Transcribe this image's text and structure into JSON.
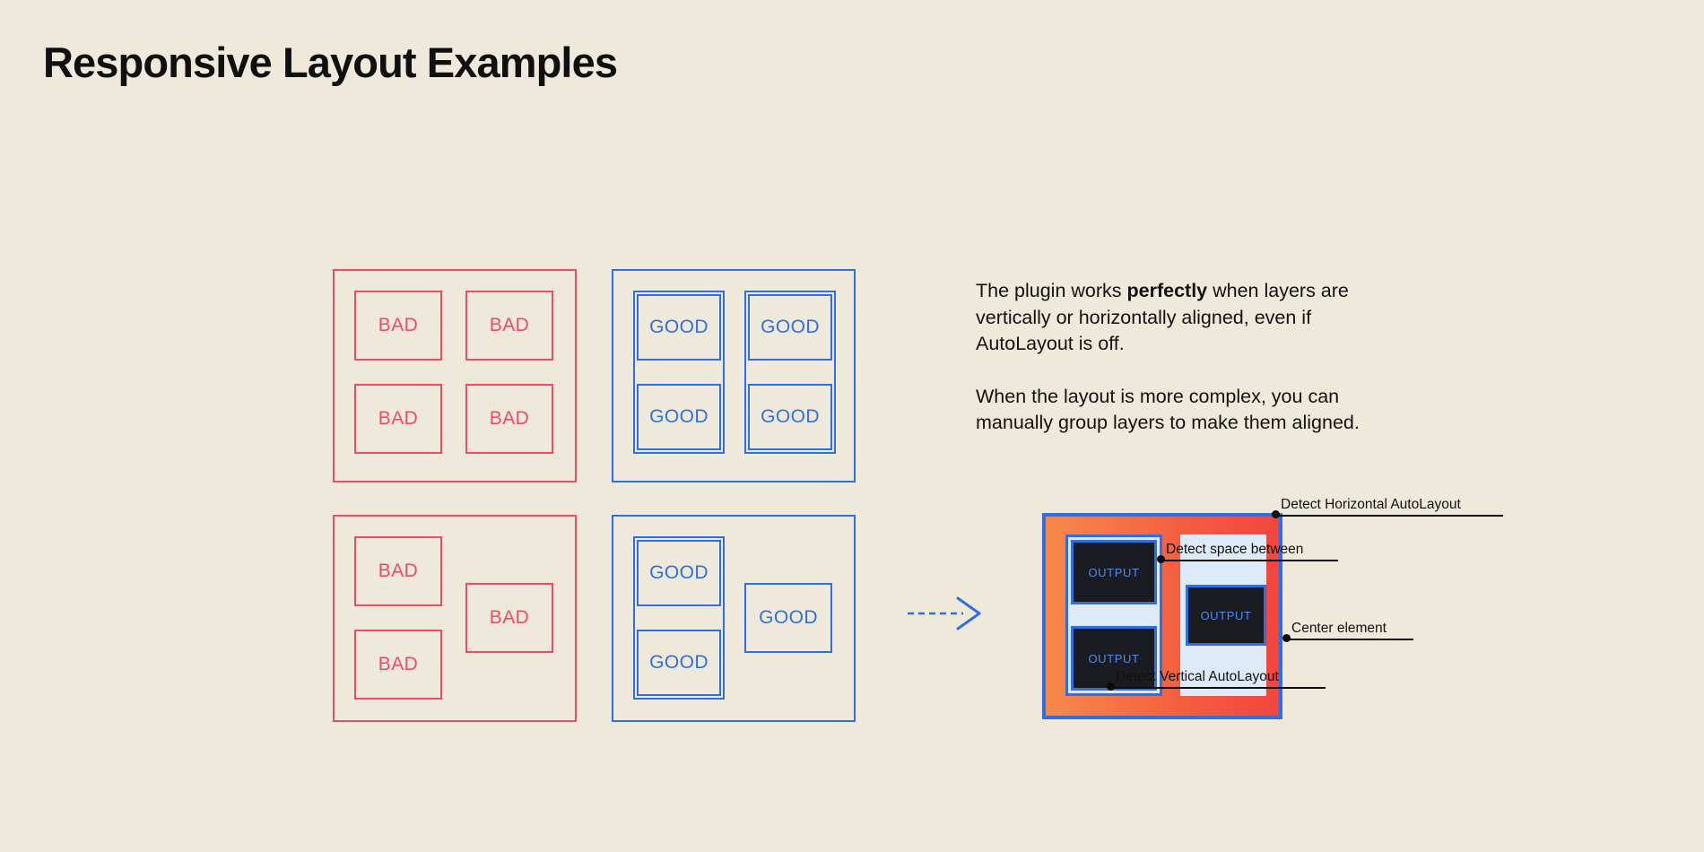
{
  "page": {
    "title": "Responsive Layout Examples",
    "background_color": "#EFE9DB",
    "bad_color": "#F04A64",
    "good_color": "#2F6FE0",
    "text_color": "#111111"
  },
  "examples": {
    "bad_grid": {
      "kind": "bad",
      "label": "BAD",
      "items": [
        "BAD",
        "BAD",
        "BAD",
        "BAD"
      ]
    },
    "good_grid": {
      "kind": "good",
      "label": "GOOD",
      "items": [
        "GOOD",
        "GOOD",
        "GOOD",
        "GOOD"
      ]
    },
    "bad_complex": {
      "kind": "bad",
      "label": "BAD",
      "items": [
        "BAD",
        "BAD",
        "BAD"
      ]
    },
    "good_complex": {
      "kind": "good",
      "label": "GOOD",
      "items": [
        "GOOD",
        "GOOD",
        "GOOD"
      ]
    }
  },
  "arrow": {
    "name": "dashed-right-arrow",
    "color": "#2F6FE0",
    "style": "dashed"
  },
  "explanation": {
    "paragraph_1_before": "The plugin works ",
    "paragraph_1_strong": "perfectly",
    "paragraph_1_after": " when layers are vertically or horizontally aligned, even if AutoLayout is off.",
    "paragraph_2": "When the layout is more complex, you can manually group layers to make them aligned."
  },
  "plugin_diagram": {
    "gradient_start": "#F7894C",
    "gradient_end": "#F2453F",
    "border_color": "#2F6FE0",
    "panel_color": "#DCEAF9",
    "output_bg": "#1B1B22",
    "output_text_color": "#4D8BEF",
    "outputs": [
      "OUTPUT",
      "OUTPUT",
      "OUTPUT"
    ],
    "callouts": [
      {
        "label": "Detect Horizontal AutoLayout"
      },
      {
        "label": "Detect space between"
      },
      {
        "label": "Center element"
      },
      {
        "label": "Detect Vertical AutoLayout"
      }
    ]
  }
}
